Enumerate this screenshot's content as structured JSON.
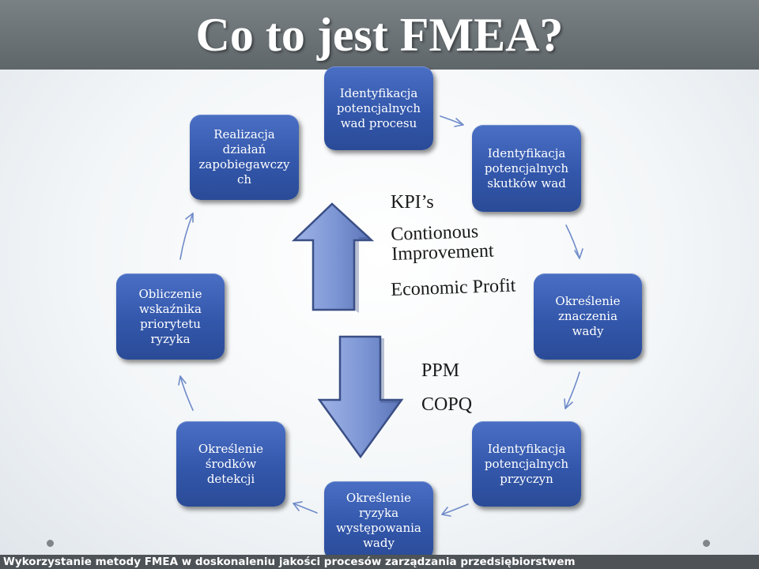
{
  "slide": {
    "title": "Co to jest FMEA?",
    "footer": "Wykorzystanie metody FMEA w doskonaleniu jakości procesów zarządzania przedsiębiorstwem"
  },
  "cycle": {
    "steps": [
      {
        "label": "Identyfikacja\npotencjalnych\nwad procesu"
      },
      {
        "label": "Identyfikacja\npotencjalnych\nskutków wad"
      },
      {
        "label": "Określenie\nznaczenia\nwady"
      },
      {
        "label": "Identyfikacja\npotencjalnych\nprzyczyn"
      },
      {
        "label": "Określenie\nryzyka\nwystępowania\nwady"
      },
      {
        "label": "Określenie\nśrodków\ndetekcji"
      },
      {
        "label": "Obliczenie\nwskaźnika\npriorytetu\nryzyka"
      },
      {
        "label": "Realizacja\ndziałań\nzapobiegawczy\nch"
      }
    ]
  },
  "up_items": [
    "KPI’s",
    "Contionous\nImprovement",
    "Economic Profit"
  ],
  "down_items": [
    "PPM",
    "COPQ"
  ],
  "colors": {
    "box": "#3357ab",
    "arrow": "#6e87c8",
    "band": "#656b6f"
  }
}
